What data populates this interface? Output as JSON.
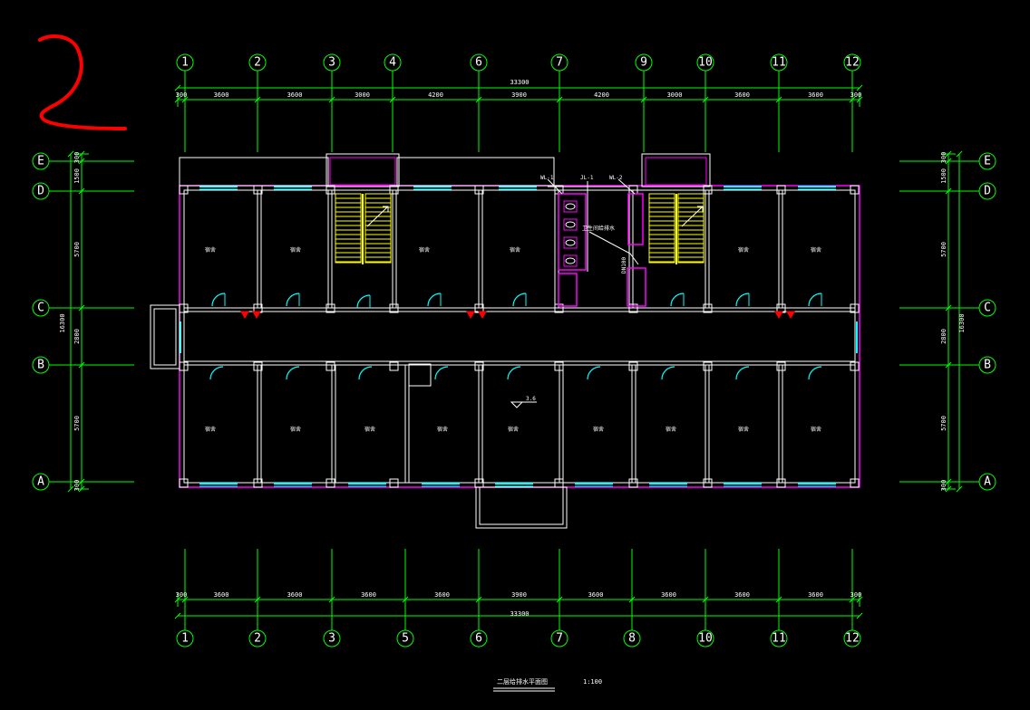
{
  "drawing": {
    "title": "二层给排水平面图",
    "scale": "1:100",
    "annotation_mark": "2",
    "colors": {
      "background": "#000000",
      "grid": "#00ff00",
      "wall": "#ffffff",
      "outline": "#ff00ff",
      "window": "#00ffff",
      "stair": "#ffff00",
      "annotation": "#ff0000"
    }
  },
  "axes": {
    "top": [
      "1",
      "2",
      "3",
      "4",
      "6",
      "7",
      "9",
      "10",
      "11",
      "12"
    ],
    "bottom": [
      "1",
      "2",
      "3",
      "5",
      "6",
      "7",
      "8",
      "10",
      "11",
      "12"
    ],
    "left": [
      "E",
      "D",
      "C",
      "B",
      "A"
    ],
    "right": [
      "E",
      "D",
      "C",
      "B",
      "A"
    ]
  },
  "dimensions": {
    "top_total": "33300",
    "top_segments": [
      "300",
      "3600",
      "3600",
      "3000",
      "4200",
      "3900",
      "4200",
      "3000",
      "3600",
      "3600",
      "300"
    ],
    "bottom_total": "33300",
    "bottom_segments": [
      "300",
      "3600",
      "3600",
      "3600",
      "3600",
      "3900",
      "3600",
      "3600",
      "3600",
      "3600",
      "300"
    ],
    "left_total": "16300",
    "left_segments": [
      "300",
      "1500",
      "5700",
      "2800",
      "5700",
      "300"
    ],
    "right_total": "16300",
    "right_segments": [
      "300",
      "1500",
      "5700",
      "2800",
      "5700",
      "300"
    ]
  },
  "rooms": {
    "label": "宿舍",
    "top_row_count": 6,
    "bottom_row_count": 9
  },
  "fixtures": {
    "toilet_label": "卫生间给排水",
    "riser_labels": [
      "WL-1",
      "JL-1",
      "WL-2"
    ],
    "elevation": "3.6",
    "riser_note": "DN100"
  }
}
